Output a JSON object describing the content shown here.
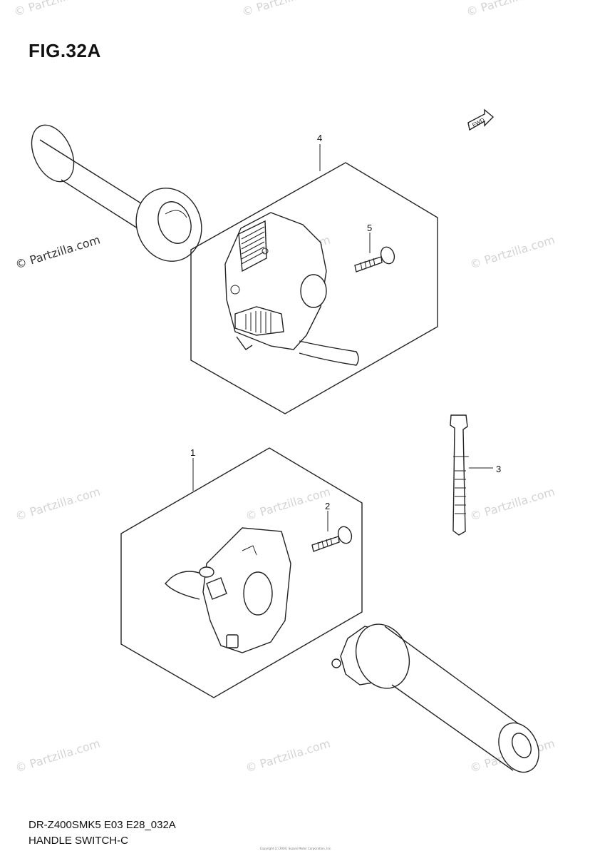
{
  "figure": {
    "title": "FIG.32A",
    "code": "DR-Z400SMK5 E03 E28_032A",
    "name": "HANDLE SWITCH-C",
    "copyright": "Copyright (c) 2004, Suzuki Motor Corporation, Inc."
  },
  "watermark": {
    "text": "© Partzilla.com",
    "color": "#d4d4d4"
  },
  "fwd_label": "FWD",
  "callouts": [
    {
      "id": "1",
      "label": "1"
    },
    {
      "id": "2",
      "label": "2"
    },
    {
      "id": "3",
      "label": "3"
    },
    {
      "id": "4",
      "label": "4"
    },
    {
      "id": "5",
      "label": "5"
    }
  ]
}
